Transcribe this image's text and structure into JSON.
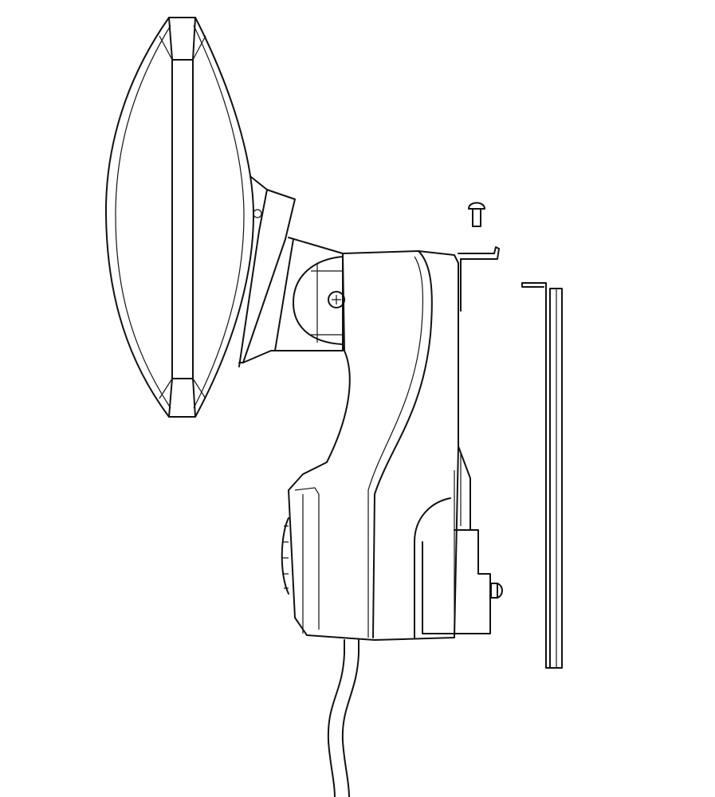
{
  "diagram": {
    "colors": {
      "line": "#111111",
      "background": "#ffffff"
    },
    "parts": [
      "lamp-lens",
      "lamp-housing",
      "pivot-screw",
      "mount-body",
      "mounting-bracket",
      "bracket-screw",
      "flat-bar",
      "power-cable",
      "side-knob"
    ]
  }
}
